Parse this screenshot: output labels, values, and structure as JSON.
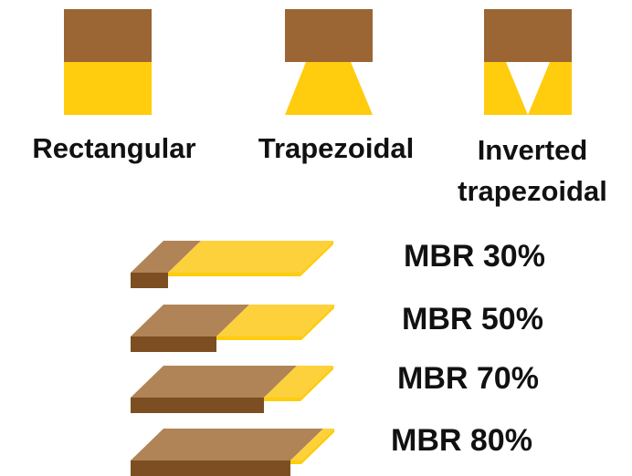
{
  "colors": {
    "brown": "#9b6534",
    "brown_light": "#b08456",
    "brown_dark": "#7d4e22",
    "yellow": "#ffcc0e",
    "yellow_light": "#fcd13b",
    "white": "#ffffff"
  },
  "shapes": [
    {
      "id": "rectangular",
      "label": "Rectangular"
    },
    {
      "id": "trapezoidal",
      "label": "Trapezoidal"
    },
    {
      "id": "inverted",
      "label_line1": "Inverted",
      "label_line2": "trapezoidal"
    }
  ],
  "mbr": [
    {
      "label": "MBR 30%",
      "fraction": 0.3
    },
    {
      "label": "MBR 50%",
      "fraction": 0.5
    },
    {
      "label": "MBR 70%",
      "fraction": 0.7
    },
    {
      "label": "MBR 80%",
      "fraction": 0.8
    }
  ]
}
